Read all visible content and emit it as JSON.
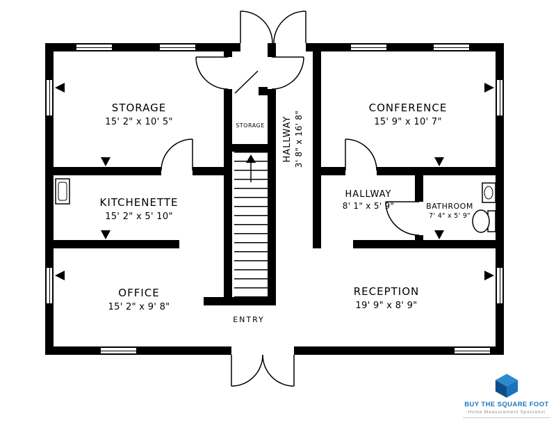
{
  "floorplan": {
    "rooms": {
      "storage": {
        "name": "STORAGE",
        "dims": "15' 2\" x 10' 5\""
      },
      "conference": {
        "name": "CONFERENCE",
        "dims": "15' 9\" x 10' 7\""
      },
      "kitchenette": {
        "name": "KITCHENETTE",
        "dims": "15' 2\" x 5' 10\""
      },
      "hallway_main": {
        "name": "HALLWAY",
        "dims": "3' 8\" x 16' 8\""
      },
      "hallway_small": {
        "name": "HALLWAY",
        "dims": "8' 1\" x 5' 9\""
      },
      "bathroom": {
        "name": "BATHROOM",
        "dims": "7' 4\" x 5' 9\""
      },
      "office": {
        "name": "OFFICE",
        "dims": "15' 2\" x 9' 8\""
      },
      "reception": {
        "name": "RECEPTION",
        "dims": "19' 9\" x 8' 9\""
      },
      "closet": {
        "name": "STORAGE"
      },
      "entry": {
        "name": "ENTRY"
      }
    },
    "colors": {
      "wall": "#000000",
      "background": "#ffffff"
    }
  },
  "logo": {
    "brand": "BUY THE SQUARE FOOT",
    "tagline": "Home Measurement Specialist",
    "colors": {
      "primary": "#1b74bb",
      "dark": "#0e4e88",
      "light": "#2a8ccd",
      "tagline_gray": "#8a9099"
    }
  }
}
